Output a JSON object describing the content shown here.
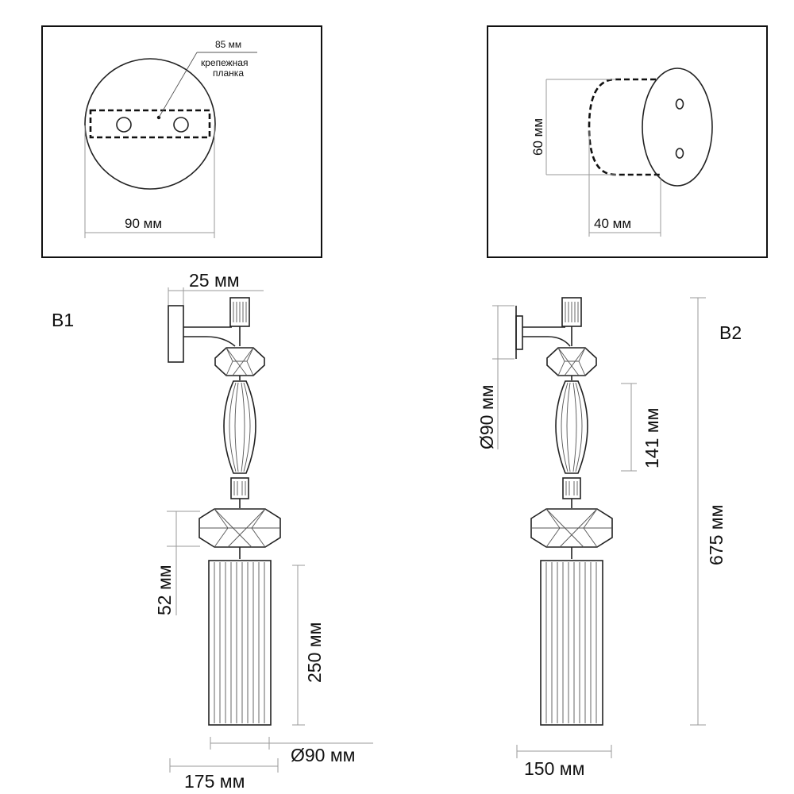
{
  "panel_left": {
    "top_label": "85 мм",
    "note_line1": "крепежная",
    "note_line2": "планка",
    "width_label": "90 мм"
  },
  "panel_right": {
    "height_label": "60 мм",
    "depth_label": "40 мм"
  },
  "view_b1": {
    "name": "B1",
    "offset_label": "25 мм",
    "crystal_label": "52 мм",
    "shade_label": "250 мм",
    "shade_diameter_label": "Ø90 мм",
    "reach_label": "175 мм"
  },
  "view_b2": {
    "name": "B2",
    "base_diameter_label": "Ø90 мм",
    "glass_label": "141 мм",
    "height_label": "675 мм",
    "width_label": "150 мм"
  }
}
